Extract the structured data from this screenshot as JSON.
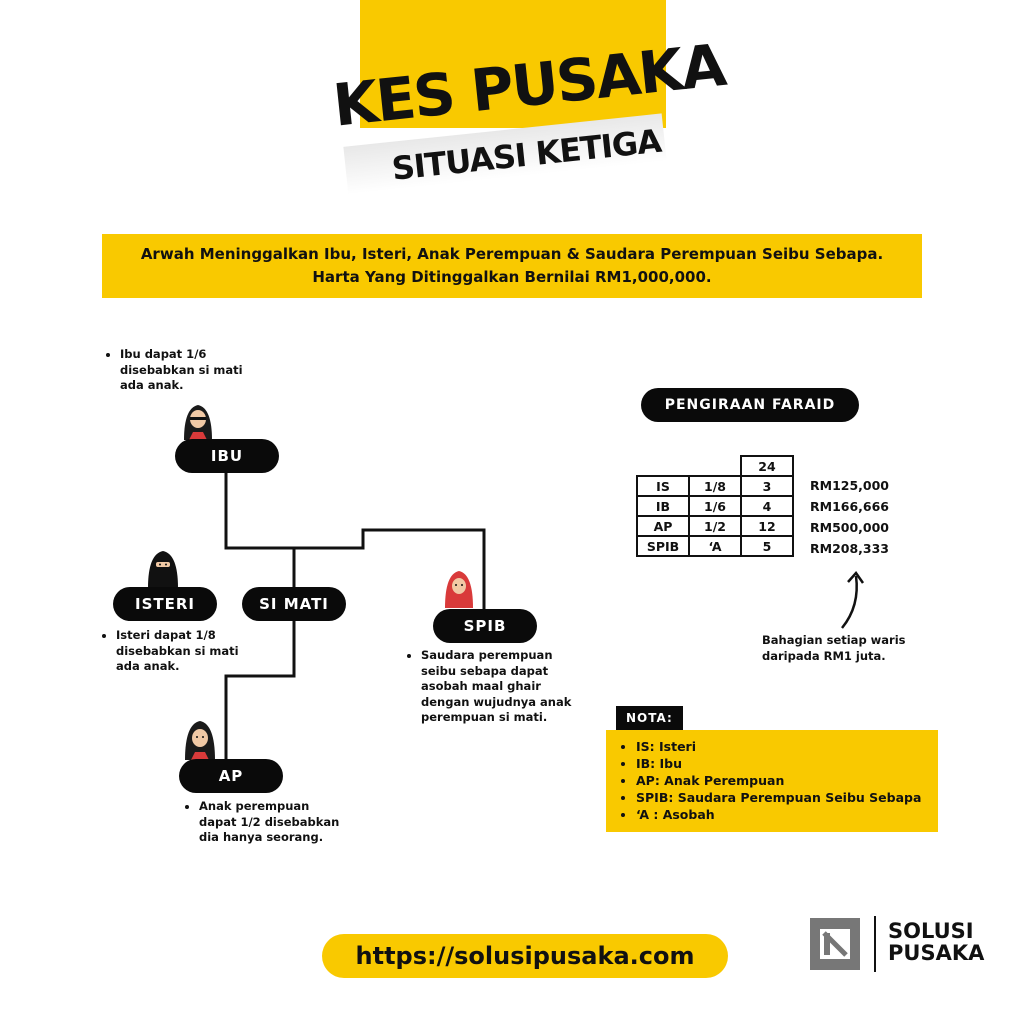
{
  "title": {
    "line1": "KES PUSAKA",
    "line2": "SITUASI KETIGA"
  },
  "banner": "Arwah Meninggalkan Ibu, Isteri, Anak Perempuan & Saudara Perempuan Seibu Sebapa. Harta Yang Ditinggalkan Bernilai RM1,000,000.",
  "nodes": {
    "ibu": "IBU",
    "isteri": "ISTERI",
    "simati": "SI MATI",
    "spib": "SPIB",
    "ap": "AP"
  },
  "notes": {
    "ibu": "Ibu dapat 1/6 disebabkan si mati ada anak.",
    "isteri": "Isteri dapat 1/8 disebabkan si mati ada anak.",
    "spib": "Saudara perempuan seibu sebapa dapat asobah maal ghair dengan wujudnya anak perempuan si mati.",
    "ap": "Anak perempuan dapat 1/2 disebabkan dia hanya seorang."
  },
  "faraid": {
    "heading": "PENGIRAAN FARAID",
    "base": "24",
    "rows": [
      {
        "heir": "IS",
        "share": "1/8",
        "parts": "3",
        "amount": "RM125,000"
      },
      {
        "heir": "IB",
        "share": "1/6",
        "parts": "4",
        "amount": "RM166,666"
      },
      {
        "heir": "AP",
        "share": "1/2",
        "parts": "12",
        "amount": "RM500,000"
      },
      {
        "heir": "SPIB",
        "share": "‘A",
        "parts": "5",
        "amount": "RM208,333"
      }
    ],
    "caption": "Bahagian setiap waris daripada RM1 juta."
  },
  "nota": {
    "heading": "NOTA:",
    "items": [
      "IS: Isteri",
      "IB: Ibu",
      "AP: Anak Perempuan",
      "SPIB: Saudara Perempuan Seibu Sebapa",
      "‘A : Asobah"
    ]
  },
  "url": "https://solusipusaka.com",
  "brand": {
    "line1": "SOLUSI",
    "line2": "PUSAKA"
  },
  "colors": {
    "accent": "#f9c900",
    "dark": "#0a0a0a",
    "hijab_red": "#d93a3a"
  }
}
